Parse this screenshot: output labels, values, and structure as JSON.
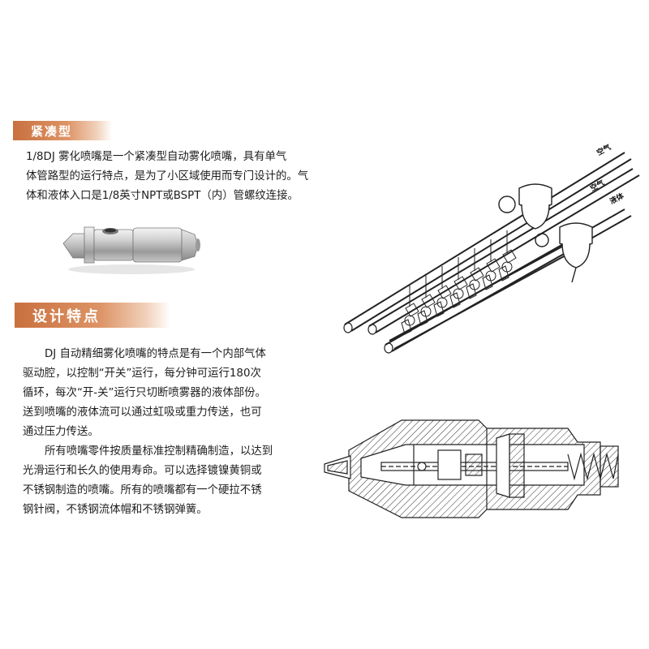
{
  "section1": {
    "heading": "紧凑型",
    "lines": [
      "1/8DJ 雾化喷嘴是一个紧凑型自动雾化喷嘴，具有单气",
      "体管路型的运行特点，是为了小区域使用而专门设计的。气",
      "体和液体入口是1/8英寸NPT或BSPT（内）管螺纹连接。"
    ]
  },
  "section2": {
    "heading": "设计特点",
    "paragraph1": [
      "DJ 自动精细雾化喷嘴的特点是有一个内部气体",
      "驱动腔，以控制“开关”运行，每分钟可运行180次",
      "循环，每次“开-关”运行只切断喷雾器的液体部份。",
      "送到喷嘴的液体流可以通过虹吸或重力传送，也可",
      "通过压力传送。"
    ],
    "paragraph2": [
      "所有喷嘴零件按质量标准控制精确制造，以达到",
      "光滑运行和长久的使用寿命。可以选择镀镍黄铜或",
      "不锈钢制造的喷嘴。所有的喷嘴都有一个硬拉不锈",
      "钢针阀，不锈钢流体帽和不锈钢弹簧。"
    ]
  },
  "diagram_labels": {
    "air1": "空气",
    "air2": "空气",
    "liquid": "液体"
  },
  "colors": {
    "accent": "#d4804f",
    "text": "#1e1e1e",
    "metal": "#c8c8c8"
  }
}
